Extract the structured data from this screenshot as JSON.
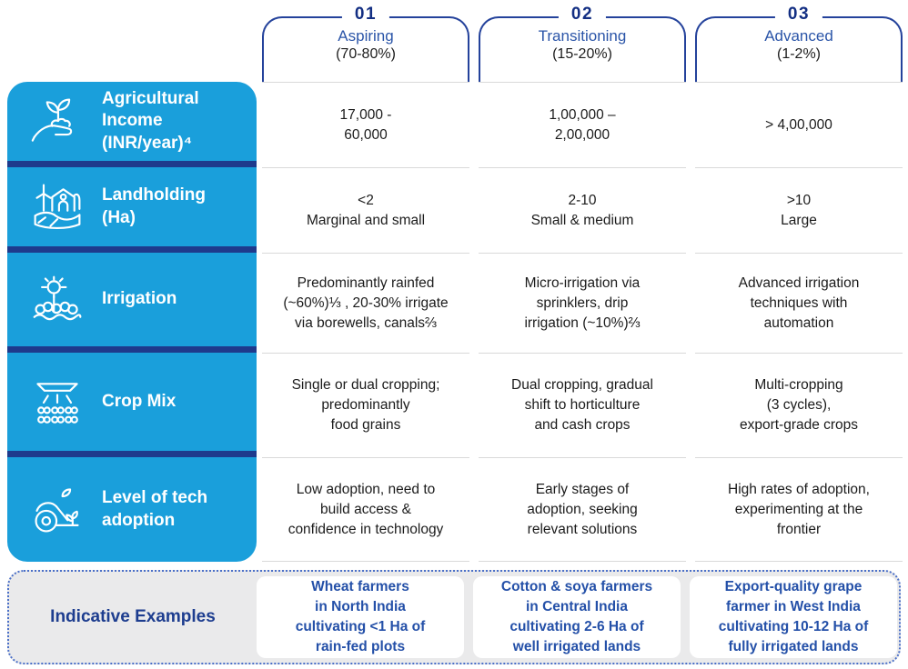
{
  "columns": [
    {
      "number": "01",
      "name": "Aspiring",
      "share": "(70-80%)"
    },
    {
      "number": "02",
      "name": "Transitioning",
      "share": "(15-20%)"
    },
    {
      "number": "03",
      "name": "Advanced",
      "share": "(1-2%)"
    }
  ],
  "rows": [
    {
      "label": "Agricultural\nIncome\n(INR/year)⁴",
      "icon": "hand-seedling-icon",
      "cells": [
        "17,000 -\n60,000",
        "1,00,000 –\n2,00,000",
        "> 4,00,000"
      ]
    },
    {
      "label": "Landholding\n(Ha)",
      "icon": "farm-windmill-icon",
      "cells": [
        "<2\nMarginal and small",
        "2-10\nSmall & medium",
        ">10\nLarge"
      ]
    },
    {
      "label": "Irrigation",
      "icon": "sun-over-field-icon",
      "cells": [
        "Predominantly rainfed\n(~60%)⅓ , 20-30% irrigate\nvia borewells, canals⅔",
        "Micro-irrigation via\nsprinklers, drip\nirrigation (~10%)⅔",
        "Advanced irrigation\ntechniques with\nautomation"
      ]
    },
    {
      "label": "Crop Mix",
      "icon": "seed-spreader-icon",
      "cells": [
        "Single or dual cropping;\npredominantly\nfood grains",
        "Dual cropping, gradual\nshift to horticulture\nand cash crops",
        "Multi-cropping\n(3 cycles),\nexport-grade crops"
      ]
    },
    {
      "label": "Level of tech\nadoption",
      "icon": "tractor-sprout-icon",
      "cells": [
        "Low adoption, need to\nbuild access &\nconfidence in technology",
        "Early stages of\nadoption, seeking\nrelevant solutions",
        "High rates of adoption,\nexperimenting at the\nfrontier"
      ]
    }
  ],
  "footer": {
    "label": "Indicative Examples",
    "examples": [
      "Wheat farmers\nin North India\ncultivating <1 Ha of\nrain-fed plots",
      "Cotton & soya farmers\nin Central India\ncultivating 2-6 Ha of\nwell irrigated lands",
      "Export-quality grape\nfarmer in West India\ncultivating 10-12 Ha of\nfully irrigated lands"
    ]
  },
  "colors": {
    "row_label_blue": "#1A9FDB",
    "separator_navy": "#1E3A8C",
    "bracket_blue": "#24429B",
    "header_number_navy": "#132F83",
    "header_name_blue": "#2B55A8",
    "cell_text": "#1b1b1b",
    "footer_bg": "#EAEAEB",
    "footer_border_blue": "#4A6FC8",
    "example_text_blue": "#2450A8"
  }
}
